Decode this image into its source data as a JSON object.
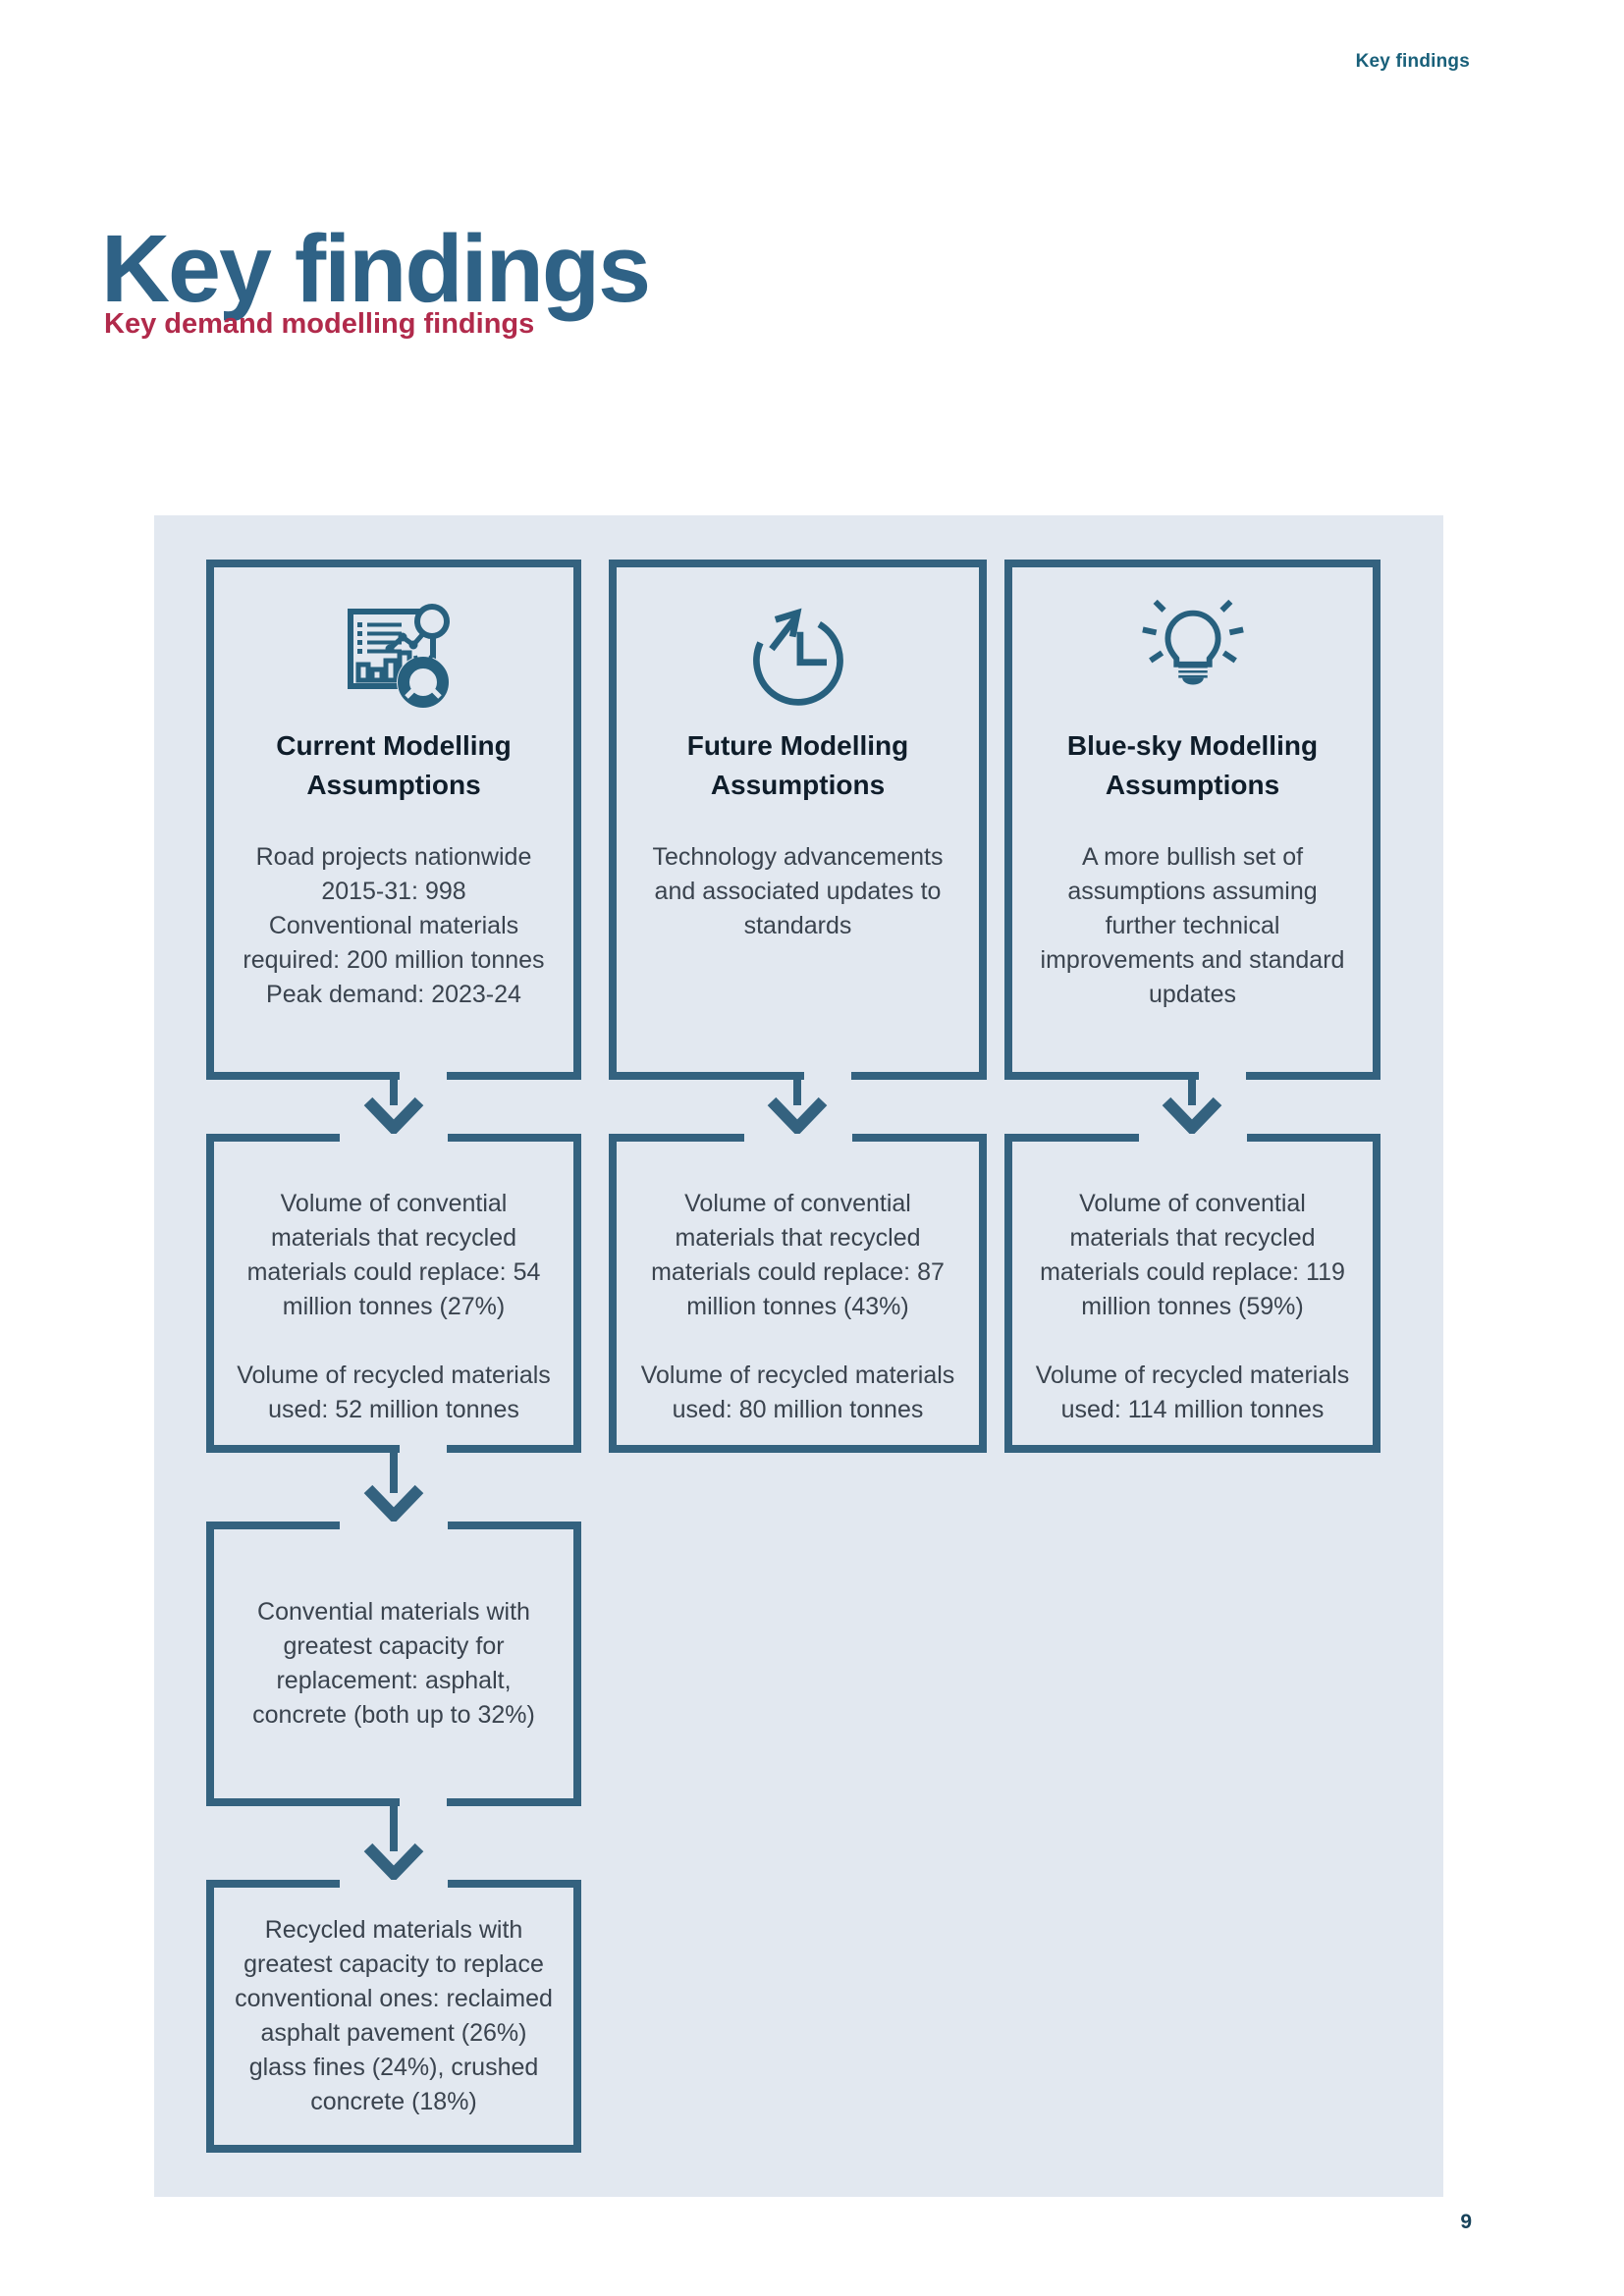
{
  "page": {
    "running_header": "Key findings",
    "title": "Key findings",
    "subtitle": "Key demand modelling findings",
    "page_number": "9"
  },
  "colors": {
    "box_border_teal": "#34627f",
    "panel_background": "#e2e8f0",
    "title_blue": "#2f6286",
    "subtitle_crimson": "#b12a4b",
    "heading_text": "#0f1d2a",
    "body_text": "#3a434e",
    "running_header_teal": "#19607a"
  },
  "flowchart": {
    "columns": [
      {
        "icon": "analytics-chart-icon",
        "heading": "Current Modelling Assumptions",
        "assumption_items": [
          "Road projects nationwide 2015-31: 998",
          "Conventional materials required: 200 million tonnes",
          "Peak demand: 2023-24"
        ],
        "outcome_paragraphs": [
          "Volume of convential materials that recycled materials could replace: 54 million tonnes (27%)",
          "Volume of recycled materials used: 52 million tonnes"
        ]
      },
      {
        "icon": "clock-history-icon",
        "heading": "Future Modelling Assumptions",
        "assumption_items": [
          "Technology advancements and associated updates to standards"
        ],
        "outcome_paragraphs": [
          "Volume of convential materials that recycled materials could replace: 87 million tonnes (43%)",
          "Volume of recycled materials used: 80 million tonnes"
        ]
      },
      {
        "icon": "lightbulb-icon",
        "heading": "Blue-sky Modelling Assumptions",
        "assumption_items": [
          "A more bullish set of assumptions assuming further technical improvements and standard updates"
        ],
        "outcome_paragraphs": [
          "Volume of convential materials that recycled materials could replace: 119 million tonnes (59%)",
          "Volume of recycled materials used: 114 million tonnes"
        ]
      }
    ],
    "column1_followups": [
      {
        "paragraphs": [
          "Convential materials with greatest capacity for replacement: asphalt, concrete (both up to 32%)"
        ]
      },
      {
        "paragraphs": [
          "Recycled materials with greatest capacity to replace conventional ones: reclaimed asphalt pavement (26%) glass fines (24%), crushed concrete (18%)"
        ]
      }
    ]
  }
}
